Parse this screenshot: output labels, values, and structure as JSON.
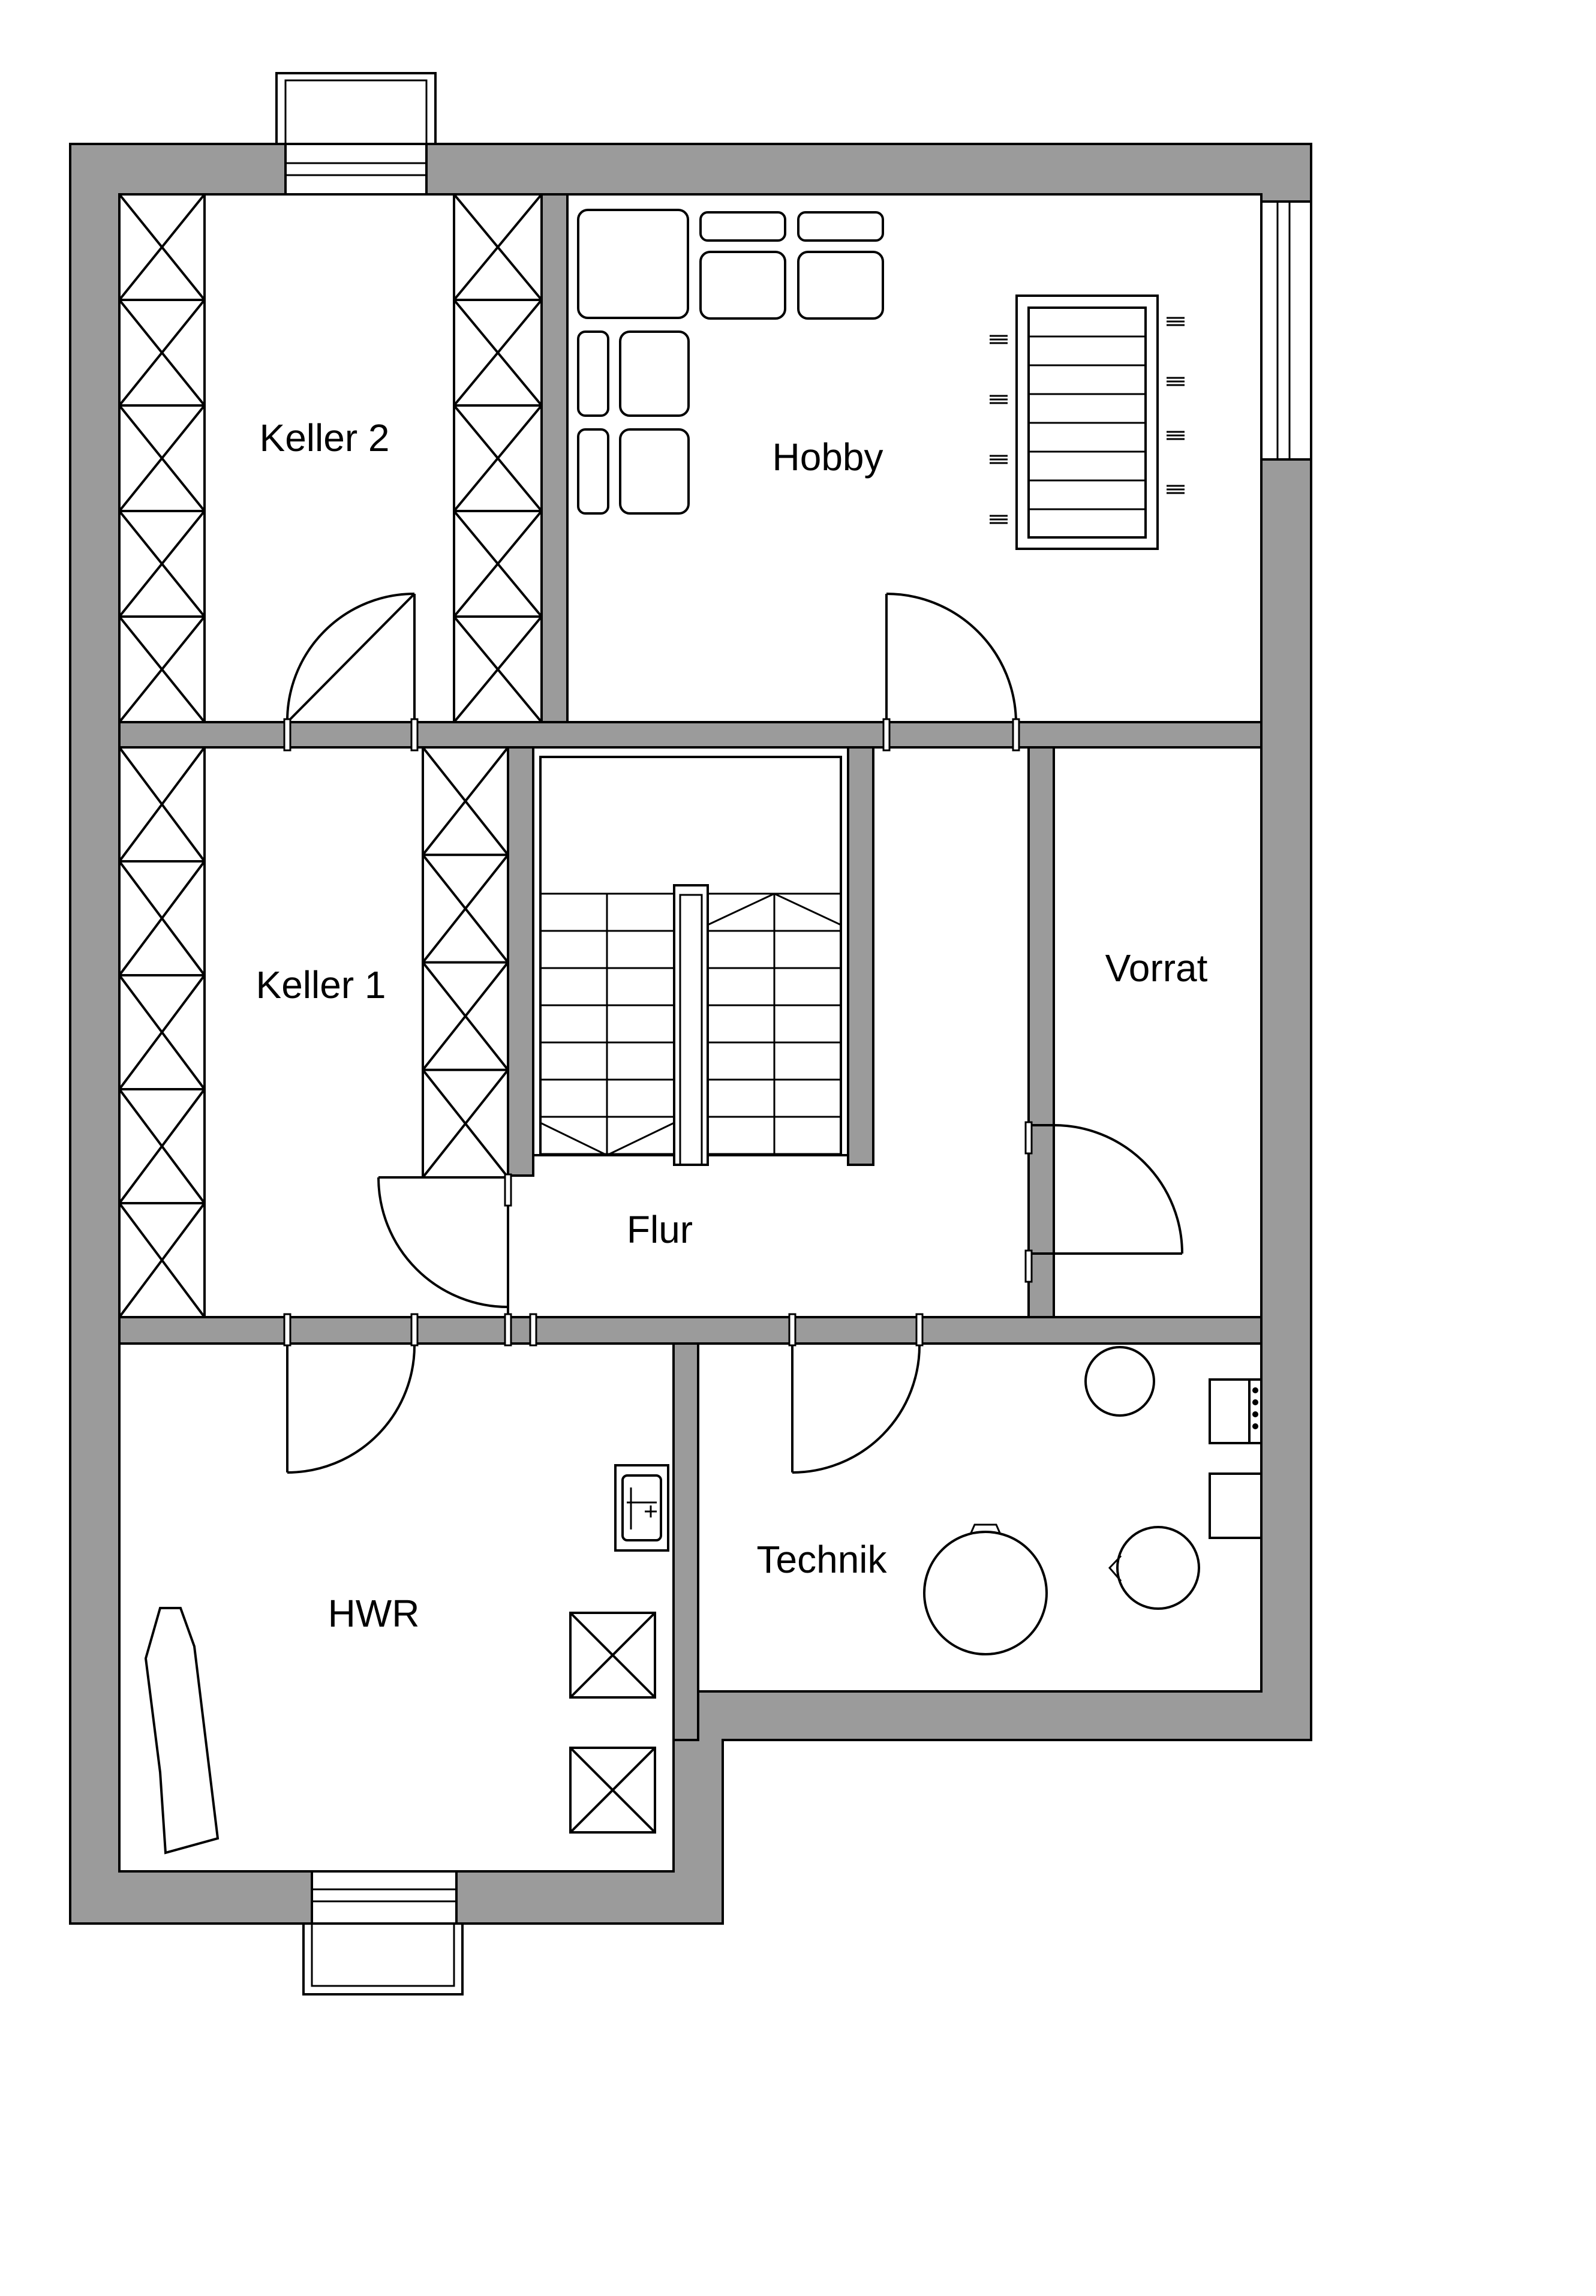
{
  "plan": {
    "rooms": {
      "keller2": "Keller 2",
      "hobby": "Hobby",
      "keller1": "Keller 1",
      "vorrat": "Vorrat",
      "flur": "Flur",
      "hwr": "HWR",
      "technik": "Technik"
    }
  }
}
